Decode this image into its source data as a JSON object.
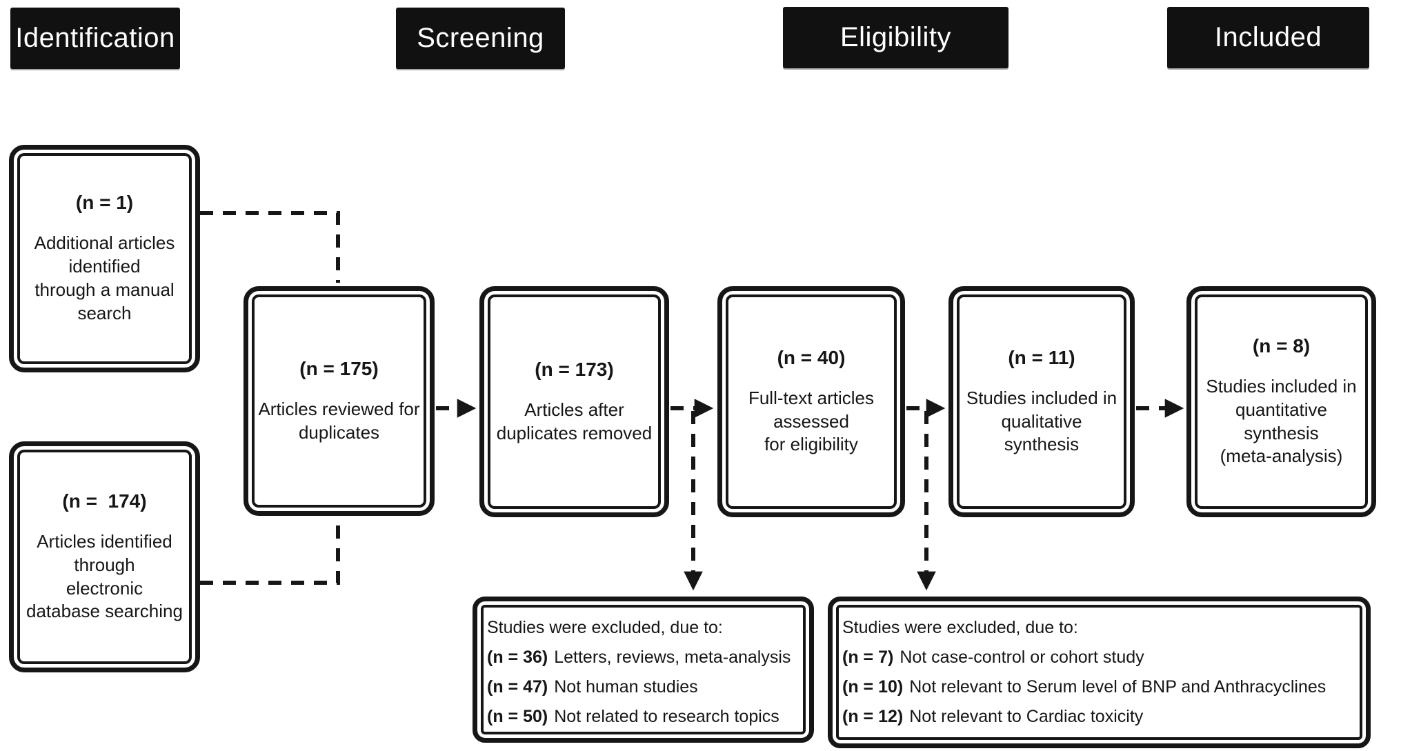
{
  "stages": [
    {
      "label": "Identification"
    },
    {
      "label": "Screening"
    },
    {
      "label": "Eligibility"
    },
    {
      "label": "Included"
    }
  ],
  "flow_boxes": [
    {
      "id": "manual-search",
      "count": "(n = 1)",
      "lines": [
        "Additional articles",
        "identified",
        "through a manual",
        "search"
      ]
    },
    {
      "id": "database-search",
      "count": "(n =  174)",
      "lines": [
        "Articles identified",
        "through",
        "electronic",
        "database searching"
      ]
    },
    {
      "id": "reviewed-duplicates",
      "count": "(n = 175)",
      "lines": [
        "Articles reviewed for",
        "duplicates"
      ]
    },
    {
      "id": "after-duplicates",
      "count": "(n = 173)",
      "lines": [
        "Articles after",
        "duplicates removed"
      ]
    },
    {
      "id": "fulltext-assessed",
      "count": "(n = 40)",
      "lines": [
        "Full-text articles",
        "assessed",
        "for eligibility"
      ]
    },
    {
      "id": "qualitative",
      "count": "(n = 11)",
      "lines": [
        "Studies included in",
        "qualitative synthesis"
      ]
    },
    {
      "id": "quantitative",
      "count": "(n = 8)",
      "lines": [
        "Studies included in",
        "quantitative",
        "synthesis",
        "(meta-analysis)"
      ]
    }
  ],
  "exclusions": [
    {
      "title": "Studies were excluded, due to:",
      "reasons": [
        {
          "count": "(n = 36)",
          "text": "Letters, reviews, meta-analysis"
        },
        {
          "count": "(n = 47)",
          "text": "Not human studies"
        },
        {
          "count": "(n = 50)",
          "text": "Not related to research topics"
        }
      ]
    },
    {
      "title": "Studies were excluded, due to:",
      "reasons": [
        {
          "count": "(n = 7)",
          "text": "Not case-control or cohort study"
        },
        {
          "count": "(n = 10)",
          "text": "Not relevant to Serum level of  BNP and Anthracyclines"
        },
        {
          "count": "(n = 12)",
          "text": "Not relevant to Cardiac toxicity"
        }
      ]
    }
  ],
  "colors": {
    "ink": "#161616",
    "paper": "#ffffff",
    "header_bg": "#111111",
    "header_text": "#ffffff"
  }
}
